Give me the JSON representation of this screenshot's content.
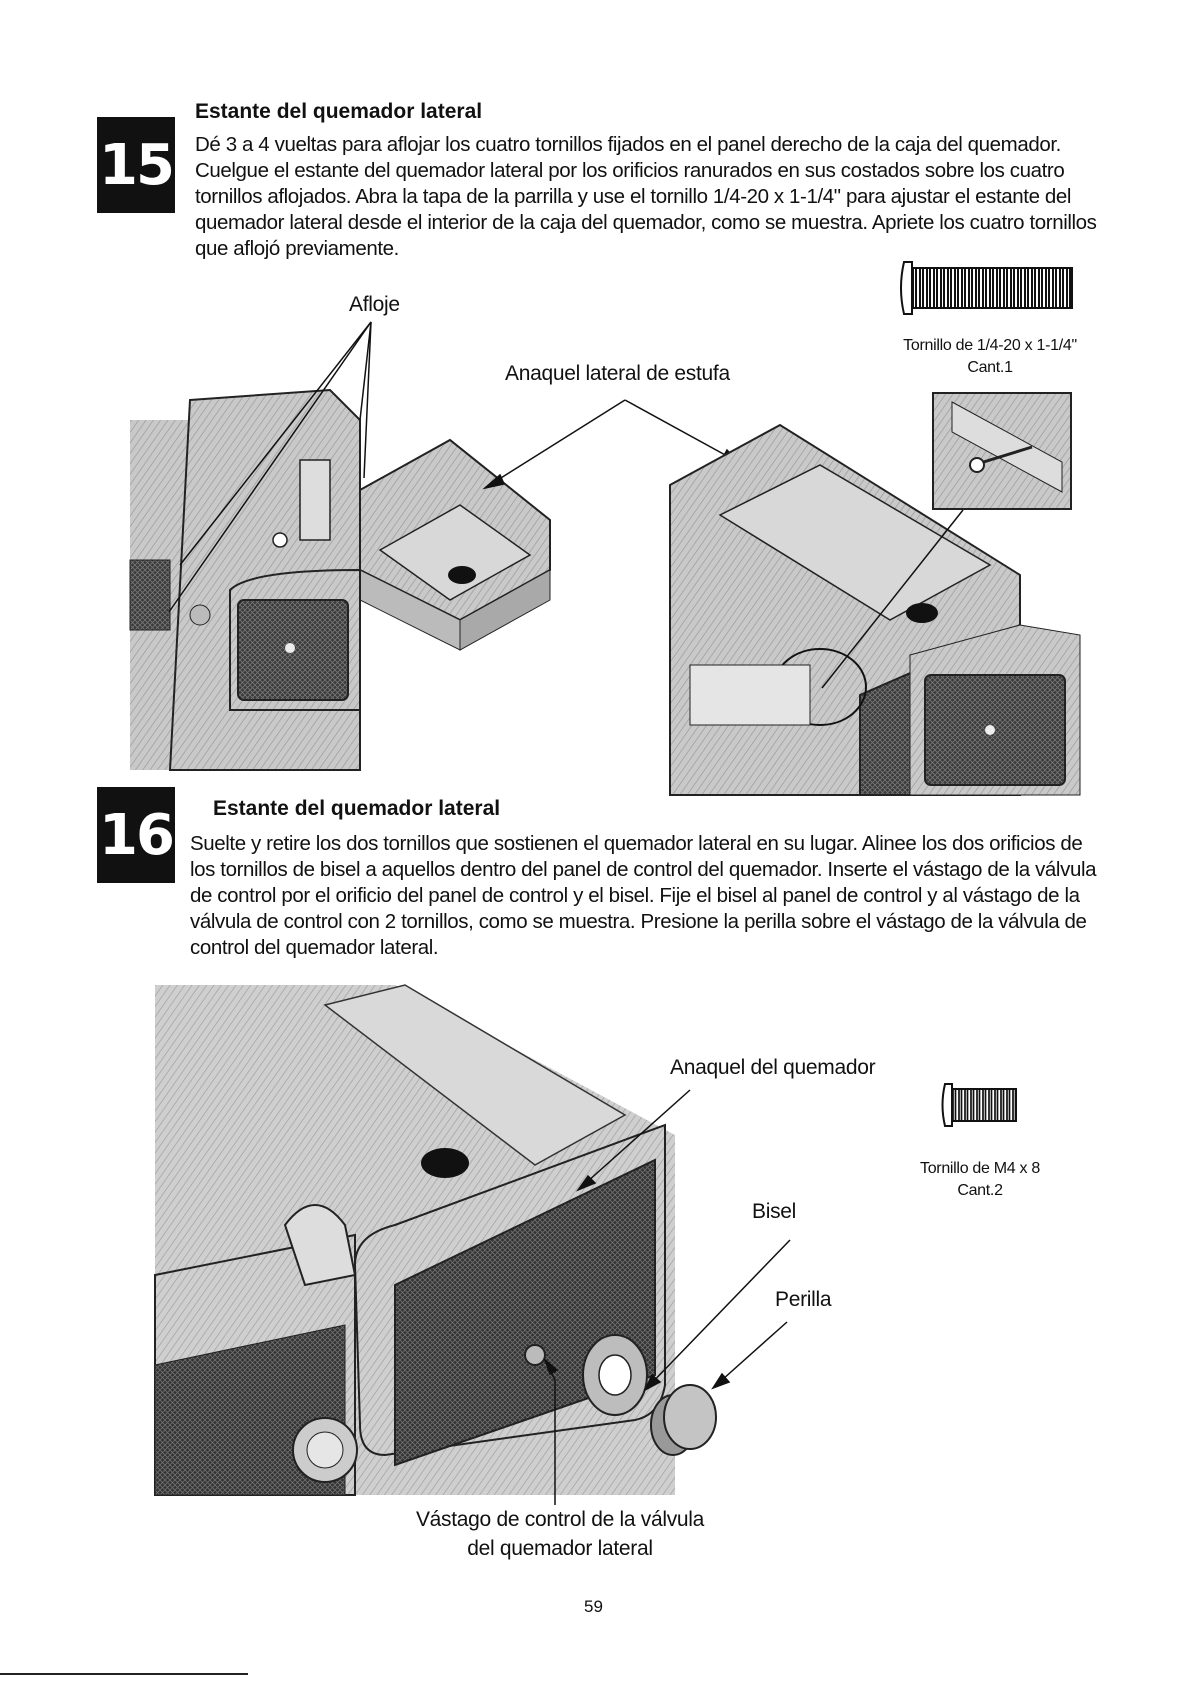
{
  "steps": [
    {
      "number": "15",
      "title": "Estante del quemador lateral",
      "body": "Dé 3 a 4 vueltas para aflojar los cuatro tornillos fijados en el panel derecho de la caja del quemador. Cuelgue el estante del quemador lateral por los orificios ranurados en sus costados sobre los cuatro tornillos aflojados. Abra la tapa de la parrilla y use el tornillo 1/4-20 x 1-1/4\" para ajustar el estante del quemador lateral desde el interior de la caja del quemador, como se muestra. Apriete los cuatro tornillos que aflojó previamente.",
      "labels": {
        "loosen": "Afloje",
        "side_shelf": "Anaquel lateral de estufa"
      },
      "hardware": {
        "name": "Tornillo de 1/4-20 x 1-1/4\"",
        "qty": "Cant.1"
      }
    },
    {
      "number": "16",
      "title": "Estante del quemador lateral",
      "body": "Suelte y retire los dos tornillos que sostienen el quemador lateral en su lugar. Alinee los dos orificios de los tornillos de bisel a aquellos dentro del panel de control del quemador. Inserte el vástago de la válvula de control por el orificio del panel de control y el bisel. Fije el bisel al panel de control y al vástago de la válvula de control con 2 tornillos, como se muestra. Presione la perilla sobre el vástago de la válvula de control del quemador lateral.",
      "labels": {
        "burner_shelf": "Anaquel del quemador",
        "bezel": "Bisel",
        "knob": "Perilla",
        "valve_stem_line1": "Vástago de control de la válvula",
        "valve_stem_line2": "del quemador lateral"
      },
      "hardware": {
        "name": "Tornillo de M4 x 8",
        "qty": "Cant.2"
      }
    }
  ],
  "page_number": "59"
}
